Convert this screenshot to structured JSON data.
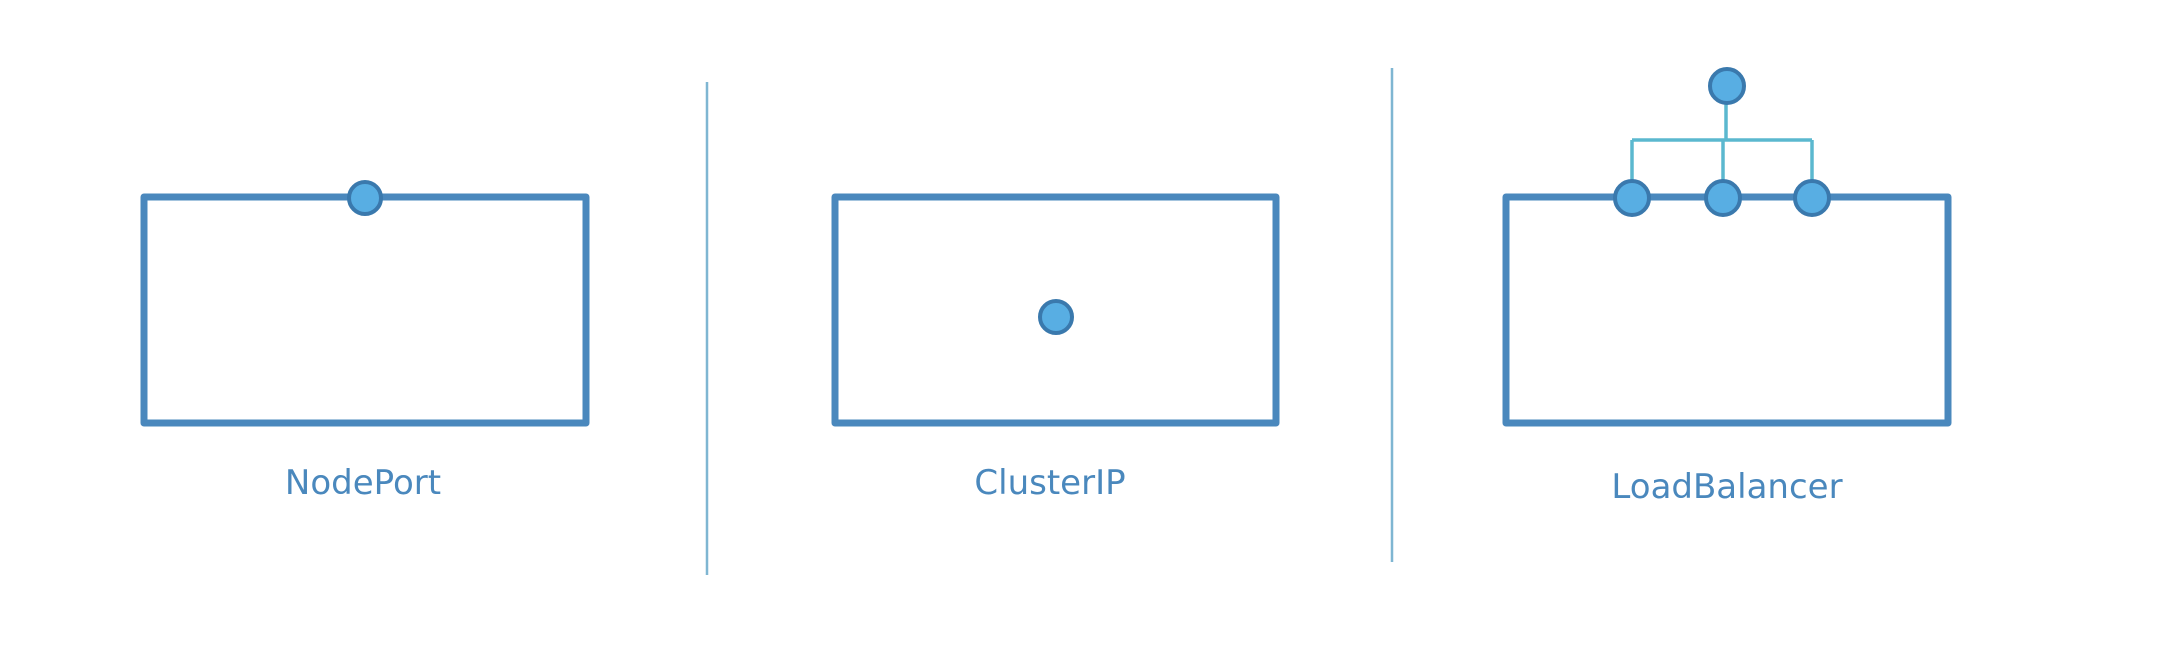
{
  "panels": [
    {
      "label": "NodePort"
    },
    {
      "label": "ClusterIP"
    },
    {
      "label": "LoadBalancer"
    }
  ],
  "colors": {
    "box_stroke": "#4a88bd",
    "port_fill": "#58aee3",
    "port_stroke": "#3a79ad",
    "divider": "#7fb6d2",
    "connector": "#5bb8cf",
    "label": "#4a88bd"
  }
}
